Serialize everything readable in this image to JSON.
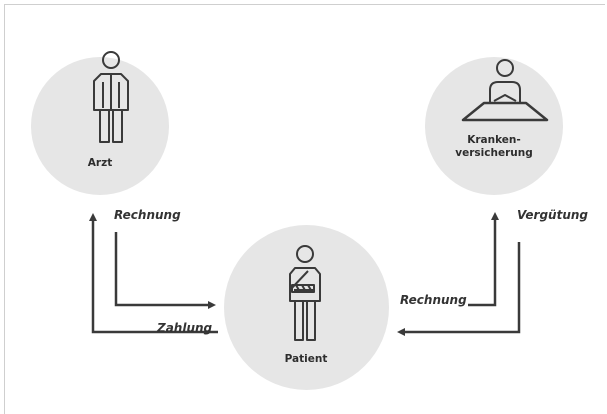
{
  "nodes": {
    "doctor": {
      "label": "Arzt",
      "icon": "doctor-icon"
    },
    "insurance": {
      "label_line1": "Kranken-",
      "label_line2": "versicherung",
      "icon": "insurance-clerk-icon"
    },
    "patient": {
      "label": "Patient",
      "icon": "patient-icon"
    }
  },
  "flows": {
    "doctor_invoice": "Rechnung",
    "patient_payment": "Zahlung",
    "patient_invoice": "Rechnung",
    "insurance_refund": "Vergütung"
  },
  "colors": {
    "circle_fill": "#e6e6e6",
    "line": "#3a3a3a",
    "text": "#2d2d2d"
  }
}
